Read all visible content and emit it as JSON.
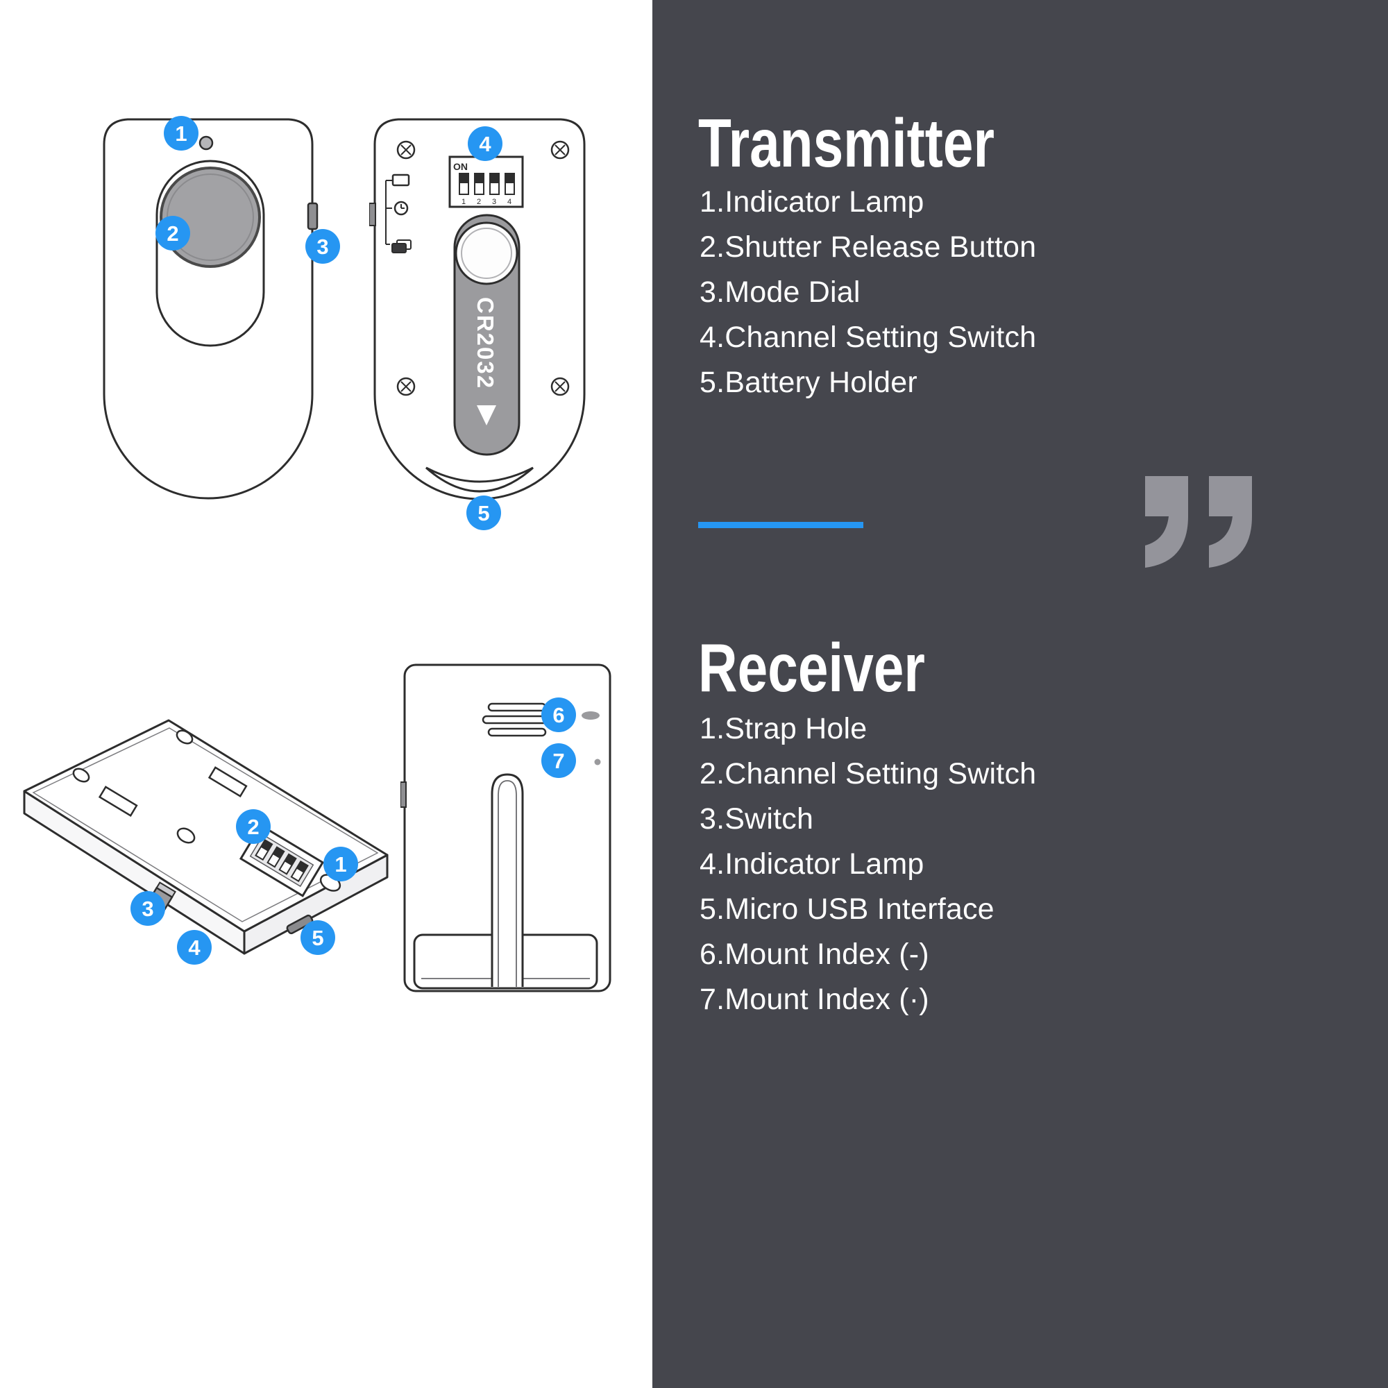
{
  "colors": {
    "accent": "#2696F2",
    "panel_bg": "#45464D",
    "line": "#2d2d2d",
    "device_gray": "#9b9b9e",
    "quote_gray": "#94949B"
  },
  "callouts": {
    "t1": "1",
    "t2": "2",
    "t3": "3",
    "t4": "4",
    "t5": "5",
    "r1": "1",
    "r2": "2",
    "r3": "3",
    "r4": "4",
    "r5": "5",
    "r6": "6",
    "r7": "7"
  },
  "transmitter": {
    "title": "Transmitter",
    "items": [
      "1.Indicator Lamp",
      "2.Shutter Release Button",
      "3.Mode Dial",
      "4.Channel Setting Switch",
      "5.Battery Holder"
    ]
  },
  "receiver": {
    "title": "Receiver",
    "items": [
      "1.Strap Hole",
      "2.Channel Setting Switch",
      "3.Switch",
      "4.Indicator Lamp",
      "5.Micro USB Interface",
      "6.Mount Index (-)",
      "7.Mount Index (·)"
    ]
  },
  "diagram": {
    "battery_label": "CR2032",
    "dip_on": "ON",
    "dip_nums": [
      "1",
      "2",
      "3",
      "4"
    ]
  }
}
